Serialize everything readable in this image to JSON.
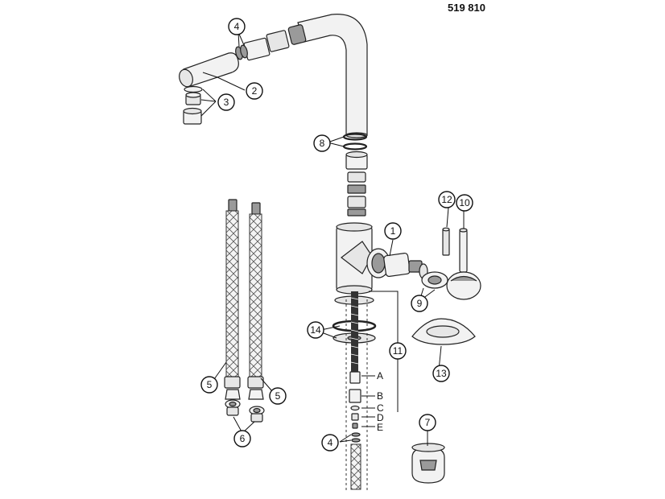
{
  "document": {
    "part_number": "519 810"
  },
  "callouts": {
    "c1": "1",
    "c2": "2",
    "c3": "3",
    "c4a": "4",
    "c4b": "4",
    "c5a": "5",
    "c5b": "5",
    "c6": "6",
    "c7": "7",
    "c8": "8",
    "c9": "9",
    "c10": "10",
    "c11": "11",
    "c12": "12",
    "c13": "13",
    "c14": "14"
  },
  "letters": {
    "A": "A",
    "B": "B",
    "C": "C",
    "D": "D",
    "E": "E"
  },
  "colors": {
    "ink": "#111111",
    "part_fill": "#e6e6e6",
    "shade": "#9a9a9a",
    "background": "#ffffff"
  }
}
